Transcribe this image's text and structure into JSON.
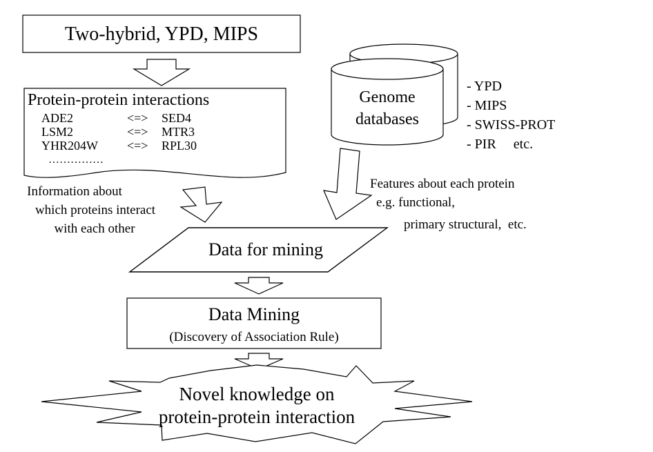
{
  "top_box": {
    "label": "Two-hybrid, YPD, MIPS"
  },
  "interactions_doc": {
    "title": "Protein-protein interactions",
    "rows": [
      {
        "left": "ADE2",
        "op": "<=>",
        "right": "SED4"
      },
      {
        "left": "LSM2",
        "op": "<=>",
        "right": "MTR3"
      },
      {
        "left": "YHR204W",
        "op": "<=>",
        "right": "RPL30"
      }
    ],
    "ellipsis": "……………"
  },
  "genome_db": {
    "label_line1": "Genome",
    "label_line2": "databases",
    "sources": [
      "- YPD",
      "- MIPS",
      "- SWISS-PROT",
      "- PIR     etc."
    ]
  },
  "left_note": {
    "lines": [
      "Information about",
      "which proteins interact",
      "with each other"
    ]
  },
  "right_note": {
    "lines": [
      "Features about each protein",
      "e.g. functional,",
      "primary structural,  etc."
    ]
  },
  "mining_data": {
    "label": "Data for mining"
  },
  "data_mining_box": {
    "title": "Data Mining",
    "subtitle": "(Discovery of Association Rule)"
  },
  "outcome": {
    "line1": "Novel knowledge on",
    "line2": "protein-protein interaction"
  }
}
